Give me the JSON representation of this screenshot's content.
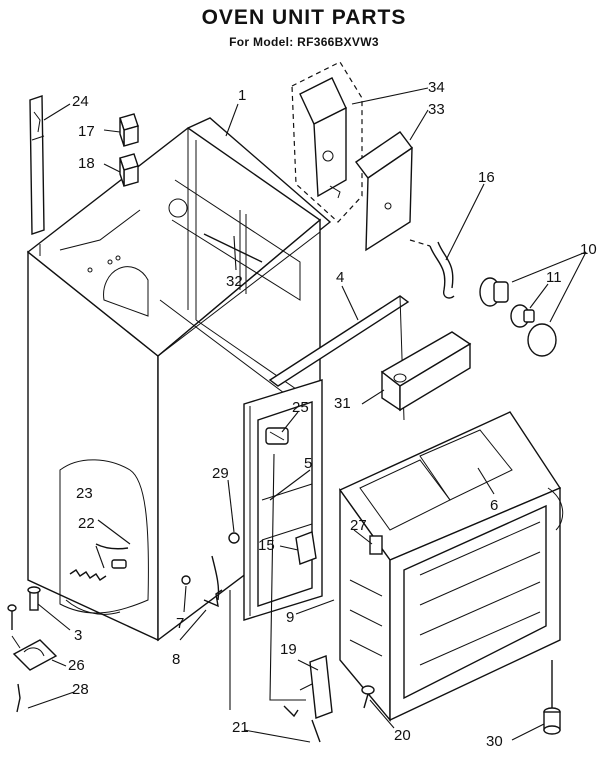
{
  "header": {
    "title": "OVEN UNIT PARTS",
    "subtitle": "For Model: RF366BXVW3"
  },
  "callouts": [
    "1",
    "3",
    "4",
    "5",
    "6",
    "7",
    "8",
    "9",
    "10",
    "11",
    "15",
    "16",
    "17",
    "18",
    "19",
    "20",
    "21",
    "22",
    "23",
    "24",
    "25",
    "26",
    "27",
    "28",
    "29",
    "30",
    "31",
    "32",
    "33",
    "34"
  ]
}
